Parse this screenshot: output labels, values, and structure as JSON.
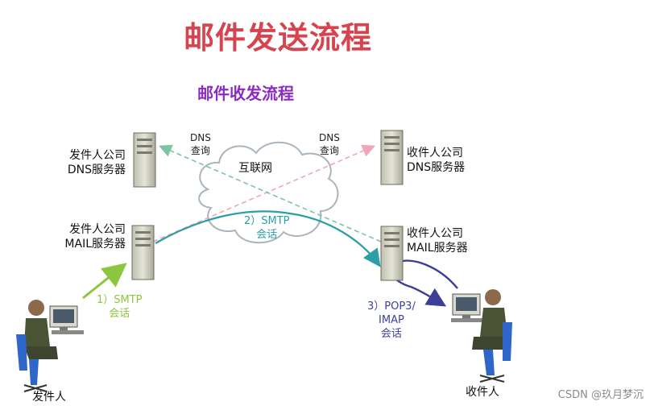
{
  "title": "邮件发送流程",
  "subtitle": "邮件收发流程",
  "internet_label": "互联网",
  "left_dns": {
    "line1": "发件人公司",
    "line2": "DNS服务器"
  },
  "left_mail": {
    "line1": "发件人公司",
    "line2": "MAIL服务器"
  },
  "right_dns": {
    "line1": "收件人公司",
    "line2": "DNS服务器"
  },
  "right_mail": {
    "line1": "收件人公司",
    "line2": "MAIL服务器"
  },
  "dns_query_left": {
    "line1": "DNS",
    "line2": "查询"
  },
  "dns_query_right": {
    "line1": "DNS",
    "line2": "查询"
  },
  "step1": {
    "line1": "1）SMTP",
    "line2": "会话"
  },
  "step2": {
    "line1": "2）SMTP",
    "line2": "会话"
  },
  "step3": {
    "line1": "3）POP3/",
    "line2": "IMAP",
    "line3": "会话"
  },
  "sender_label": "发件人",
  "receiver_label": "收件人",
  "watermark": "CSDN @玖月梦沉",
  "colors": {
    "title": "#d6454f",
    "subtitle": "#8a2cc0",
    "smtp1": "#8cc63f",
    "smtp2": "#2a9fa6",
    "pop3": "#3b3f96",
    "dns_pink": "#f2a4b8",
    "dns_green": "#7dc4a0"
  }
}
